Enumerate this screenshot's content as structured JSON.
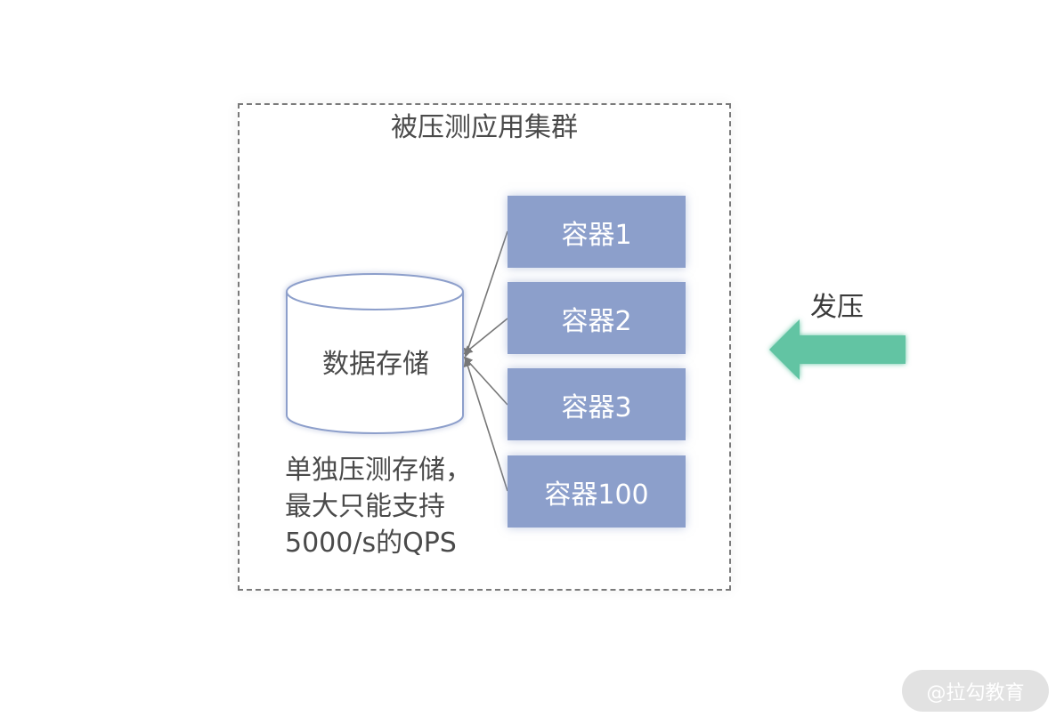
{
  "cluster": {
    "title": "被压测应用集群"
  },
  "storage": {
    "label": "数据存储"
  },
  "containers": [
    {
      "label": "容器1"
    },
    {
      "label": "容器2"
    },
    {
      "label": "容器3"
    },
    {
      "label": "容器100"
    }
  ],
  "note": {
    "lines": [
      "单独压测存储，",
      "最大只能支持",
      "5000/s的QPS"
    ]
  },
  "pressure": {
    "label": "发压"
  },
  "watermark": {
    "text": "@拉勾教育"
  },
  "colors": {
    "container_fill": "#8c9fcb",
    "arrow_fill": "#62c4a3",
    "cylinder_stroke": "#8d9fcb",
    "connector": "#777777",
    "dashed_border": "#7a7a7a"
  }
}
